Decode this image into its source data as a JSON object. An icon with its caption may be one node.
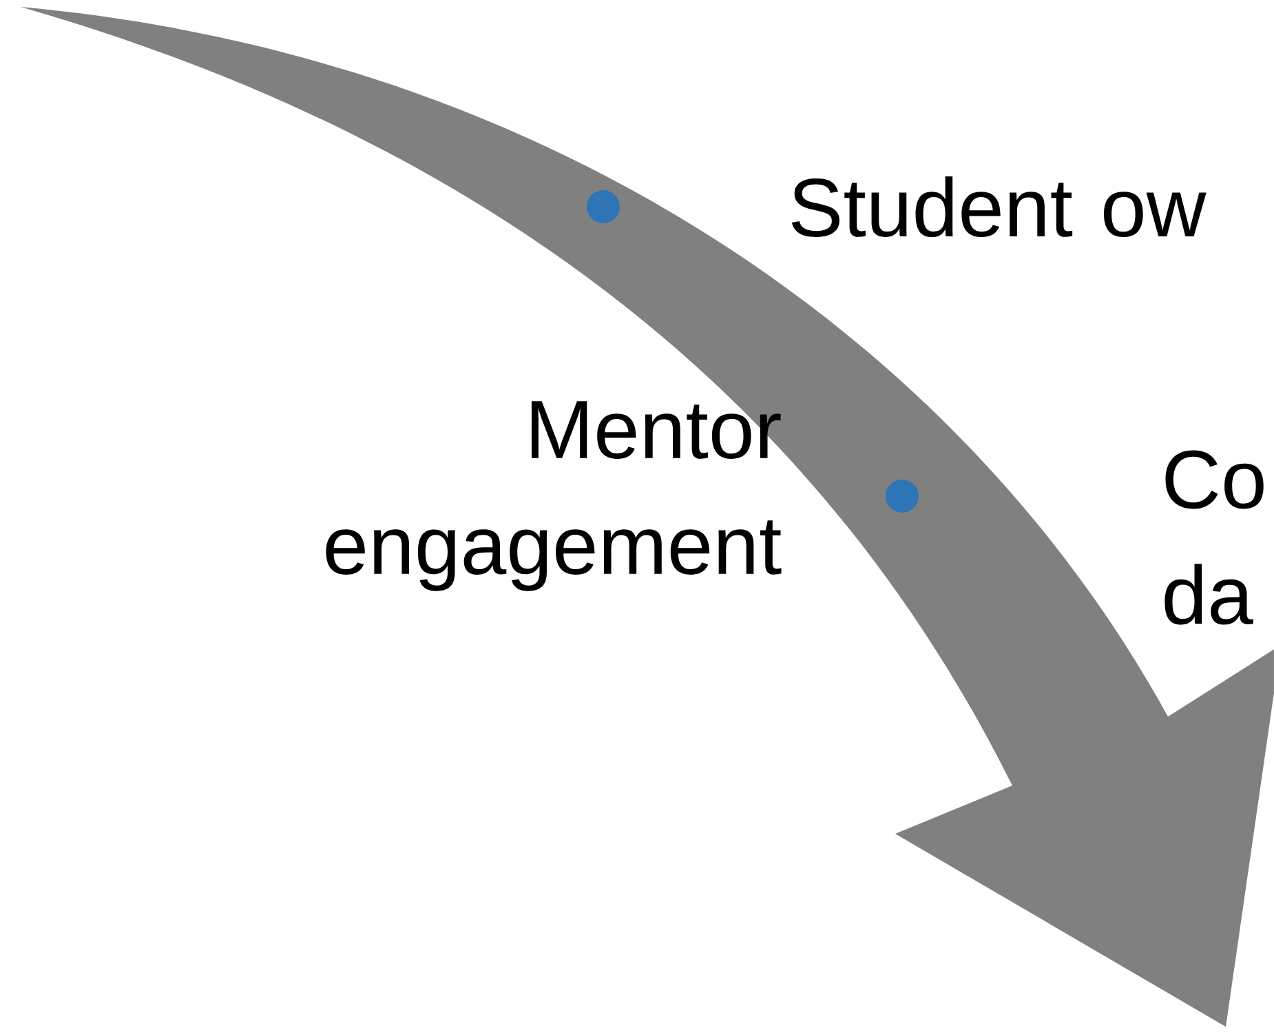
{
  "diagram": {
    "labels": [
      "Student ow",
      "Mentor engagement",
      "Co da"
    ]
  }
}
